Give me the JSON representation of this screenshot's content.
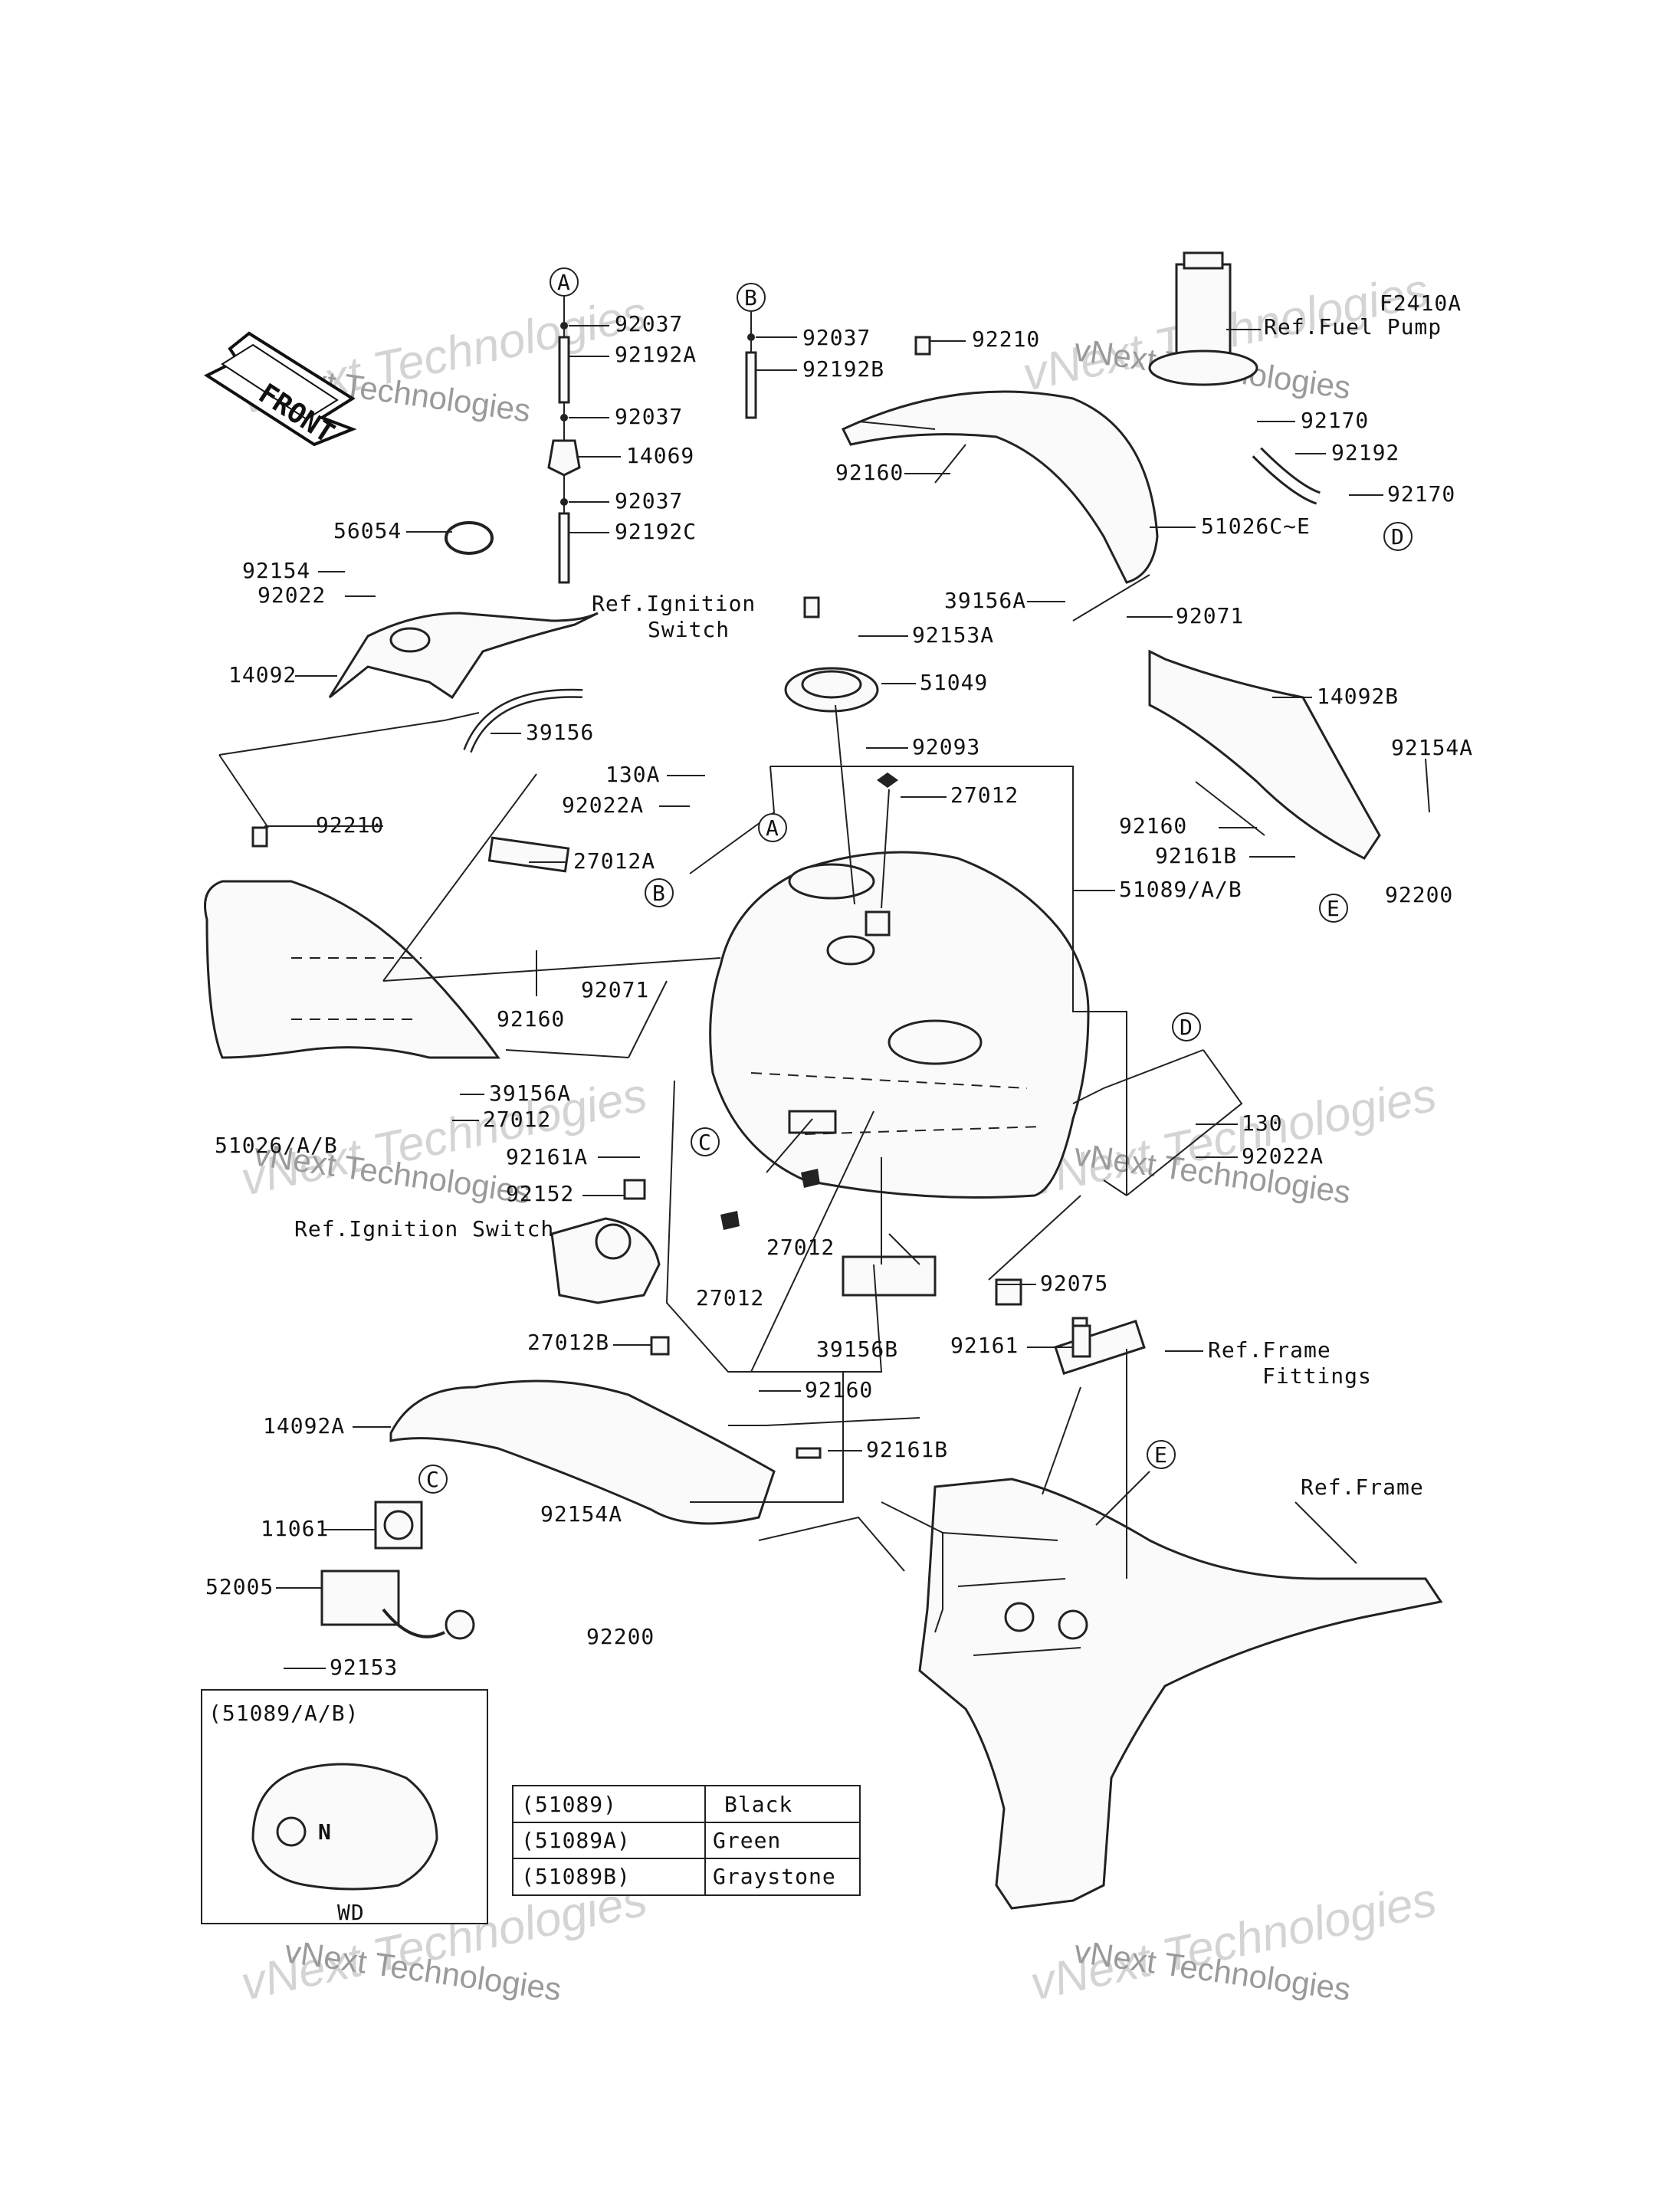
{
  "figure_code": "F2410A",
  "front_arrow": "FRONT",
  "watermarks": [
    "vNext Technologies",
    "vNext Technologies",
    "vNext Technologies",
    "vNext Technologies",
    "vNext Technologies",
    "vNext Technologies"
  ],
  "callouts": [
    "A",
    "B",
    "A",
    "B",
    "C",
    "C",
    "D",
    "D",
    "E",
    "E"
  ],
  "labels": {
    "p92037_a1": "92037",
    "p92192A": "92192A",
    "p92037_a2": "92037",
    "p14069": "14069",
    "p92037_a3": "92037",
    "p92192C": "92192C",
    "p92037_b": "92037",
    "p92192B": "92192B",
    "p92210_top": "92210",
    "ref_fuel_pump": "Ref.Fuel Pump",
    "p92170_a": "92170",
    "p92192": "92192",
    "p92170_b": "92170",
    "p92160_top": "92160",
    "p51026CE": "51026C~E",
    "p39156A_top": "39156A",
    "p92071_top": "92071",
    "p56054": "56054",
    "p92154": "92154",
    "p92022": "92022",
    "p14092": "14092",
    "p39156": "39156",
    "ref_ign_1": "Ref.Ignition",
    "ref_ign_2": "Switch",
    "p92153A": "92153A",
    "p51049": "51049",
    "p92093": "92093",
    "p130A": "130A",
    "p92022A_l": "92022A",
    "p27012_top": "27012",
    "p51089AB": "51089/A/B",
    "p14092B": "14092B",
    "p92154A_r": "92154A",
    "p92160_r": "92160",
    "p92161B_r": "92161B",
    "p92200_r": "92200",
    "p92210_l": "92210",
    "p27012A": "27012A",
    "p92160_l": "92160",
    "p92071_l": "92071",
    "p39156A_l": "39156A",
    "p27012_l": "27012",
    "p51026AB": "51026/A/B",
    "p92161A": "92161A",
    "p92152": "92152",
    "ref_ign_switch": "Ref.Ignition Switch",
    "p130": "130",
    "p92022A_r": "92022A",
    "p27012_c1": "27012",
    "p27012_c2": "27012",
    "p92075": "92075",
    "p39156B": "39156B",
    "p92161": "92161",
    "ref_frame_fittings_1": "Ref.Frame",
    "ref_frame_fittings_2": "Fittings",
    "p27012B": "27012B",
    "p92160_b": "92160",
    "p14092A": "14092A",
    "p92161B_b": "92161B",
    "p11061": "11061",
    "p52005": "52005",
    "p92154A_b": "92154A",
    "p92200_b": "92200",
    "p92153": "92153",
    "ref_frame": "Ref.Frame",
    "inset_title": "(51089/A/B)",
    "inset_code": "WD"
  },
  "color_table": [
    {
      "code": "(51089)",
      "color": "Black"
    },
    {
      "code": "(51089A)",
      "color": "Green"
    },
    {
      "code": "(51089B)",
      "color": "Graystone"
    }
  ]
}
